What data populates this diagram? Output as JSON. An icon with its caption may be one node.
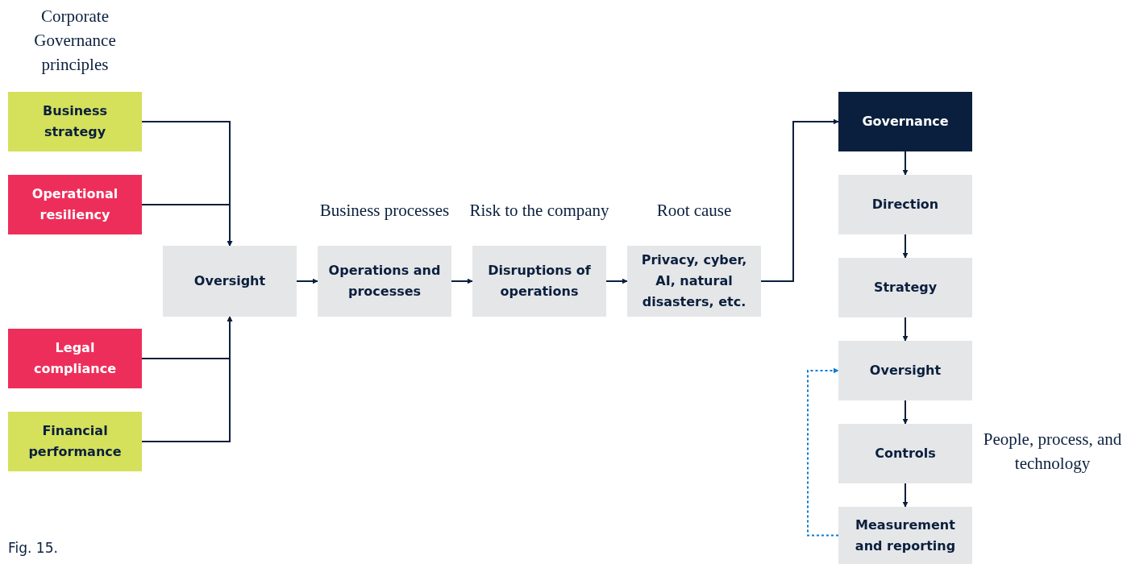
{
  "diagram": {
    "caption": "Fig. 15.",
    "nodes": [
      {
        "text": [
          "Business strategy"
        ]
      },
      {
        "text": [
          "Operational resiliency"
        ]
      },
      {
        "text": [
          "Legal compliance"
        ]
      },
      {
        "text": [
          "Financial performance"
        ]
      },
      {
        "text": [
          "Oversight"
        ]
      },
      {
        "text": [
          "Business processes",
          "Operations and processes"
        ]
      },
      {
        "text": [
          "Risk to the company",
          "Disruptions of operations"
        ]
      },
      {
        "text": [
          "Root cause",
          "Privacy, cyber, AI, natural disasters, etc."
        ]
      },
      {
        "text": [
          "Governance"
        ]
      },
      {
        "text": [
          "Direction"
        ]
      },
      {
        "text": [
          "Strategy"
        ]
      },
      {
        "text": [
          "Oversight"
        ]
      },
      {
        "text": [
          "Controls"
        ],
        "beside": [
          "People, process, and technology"
        ]
      },
      {
        "text": [
          "Measurement and reporting"
        ]
      }
    ],
    "edges": [
      {
        "from": 0,
        "to": 4,
        "arrow": "to"
      },
      {
        "from": 1,
        "to": 4,
        "arrow": "to"
      },
      {
        "from": 2,
        "to": 4,
        "arrow": "to"
      },
      {
        "from": 3,
        "to": 4,
        "arrow": "to"
      },
      {
        "from": 4,
        "to": 5,
        "arrow": "to"
      },
      {
        "from": 5,
        "to": 6,
        "arrow": "to"
      },
      {
        "from": 6,
        "to": 7,
        "arrow": "to"
      },
      {
        "from": 7,
        "to": 8,
        "arrow": "to"
      },
      {
        "from": 8,
        "to": 9,
        "arrow": "to"
      },
      {
        "from": 9,
        "to": 10,
        "arrow": "to"
      },
      {
        "from": 10,
        "to": 11,
        "arrow": "to"
      },
      {
        "from": 11,
        "to": 12,
        "arrow": "to"
      },
      {
        "from": 12,
        "to": 13,
        "arrow": "to"
      },
      {
        "from": 13,
        "to": 11,
        "arrow": "to",
        "style": "dashed",
        "color": "#0a7bd1"
      }
    ],
    "labels": [
      "Corporate Governance principles"
    ]
  }
}
